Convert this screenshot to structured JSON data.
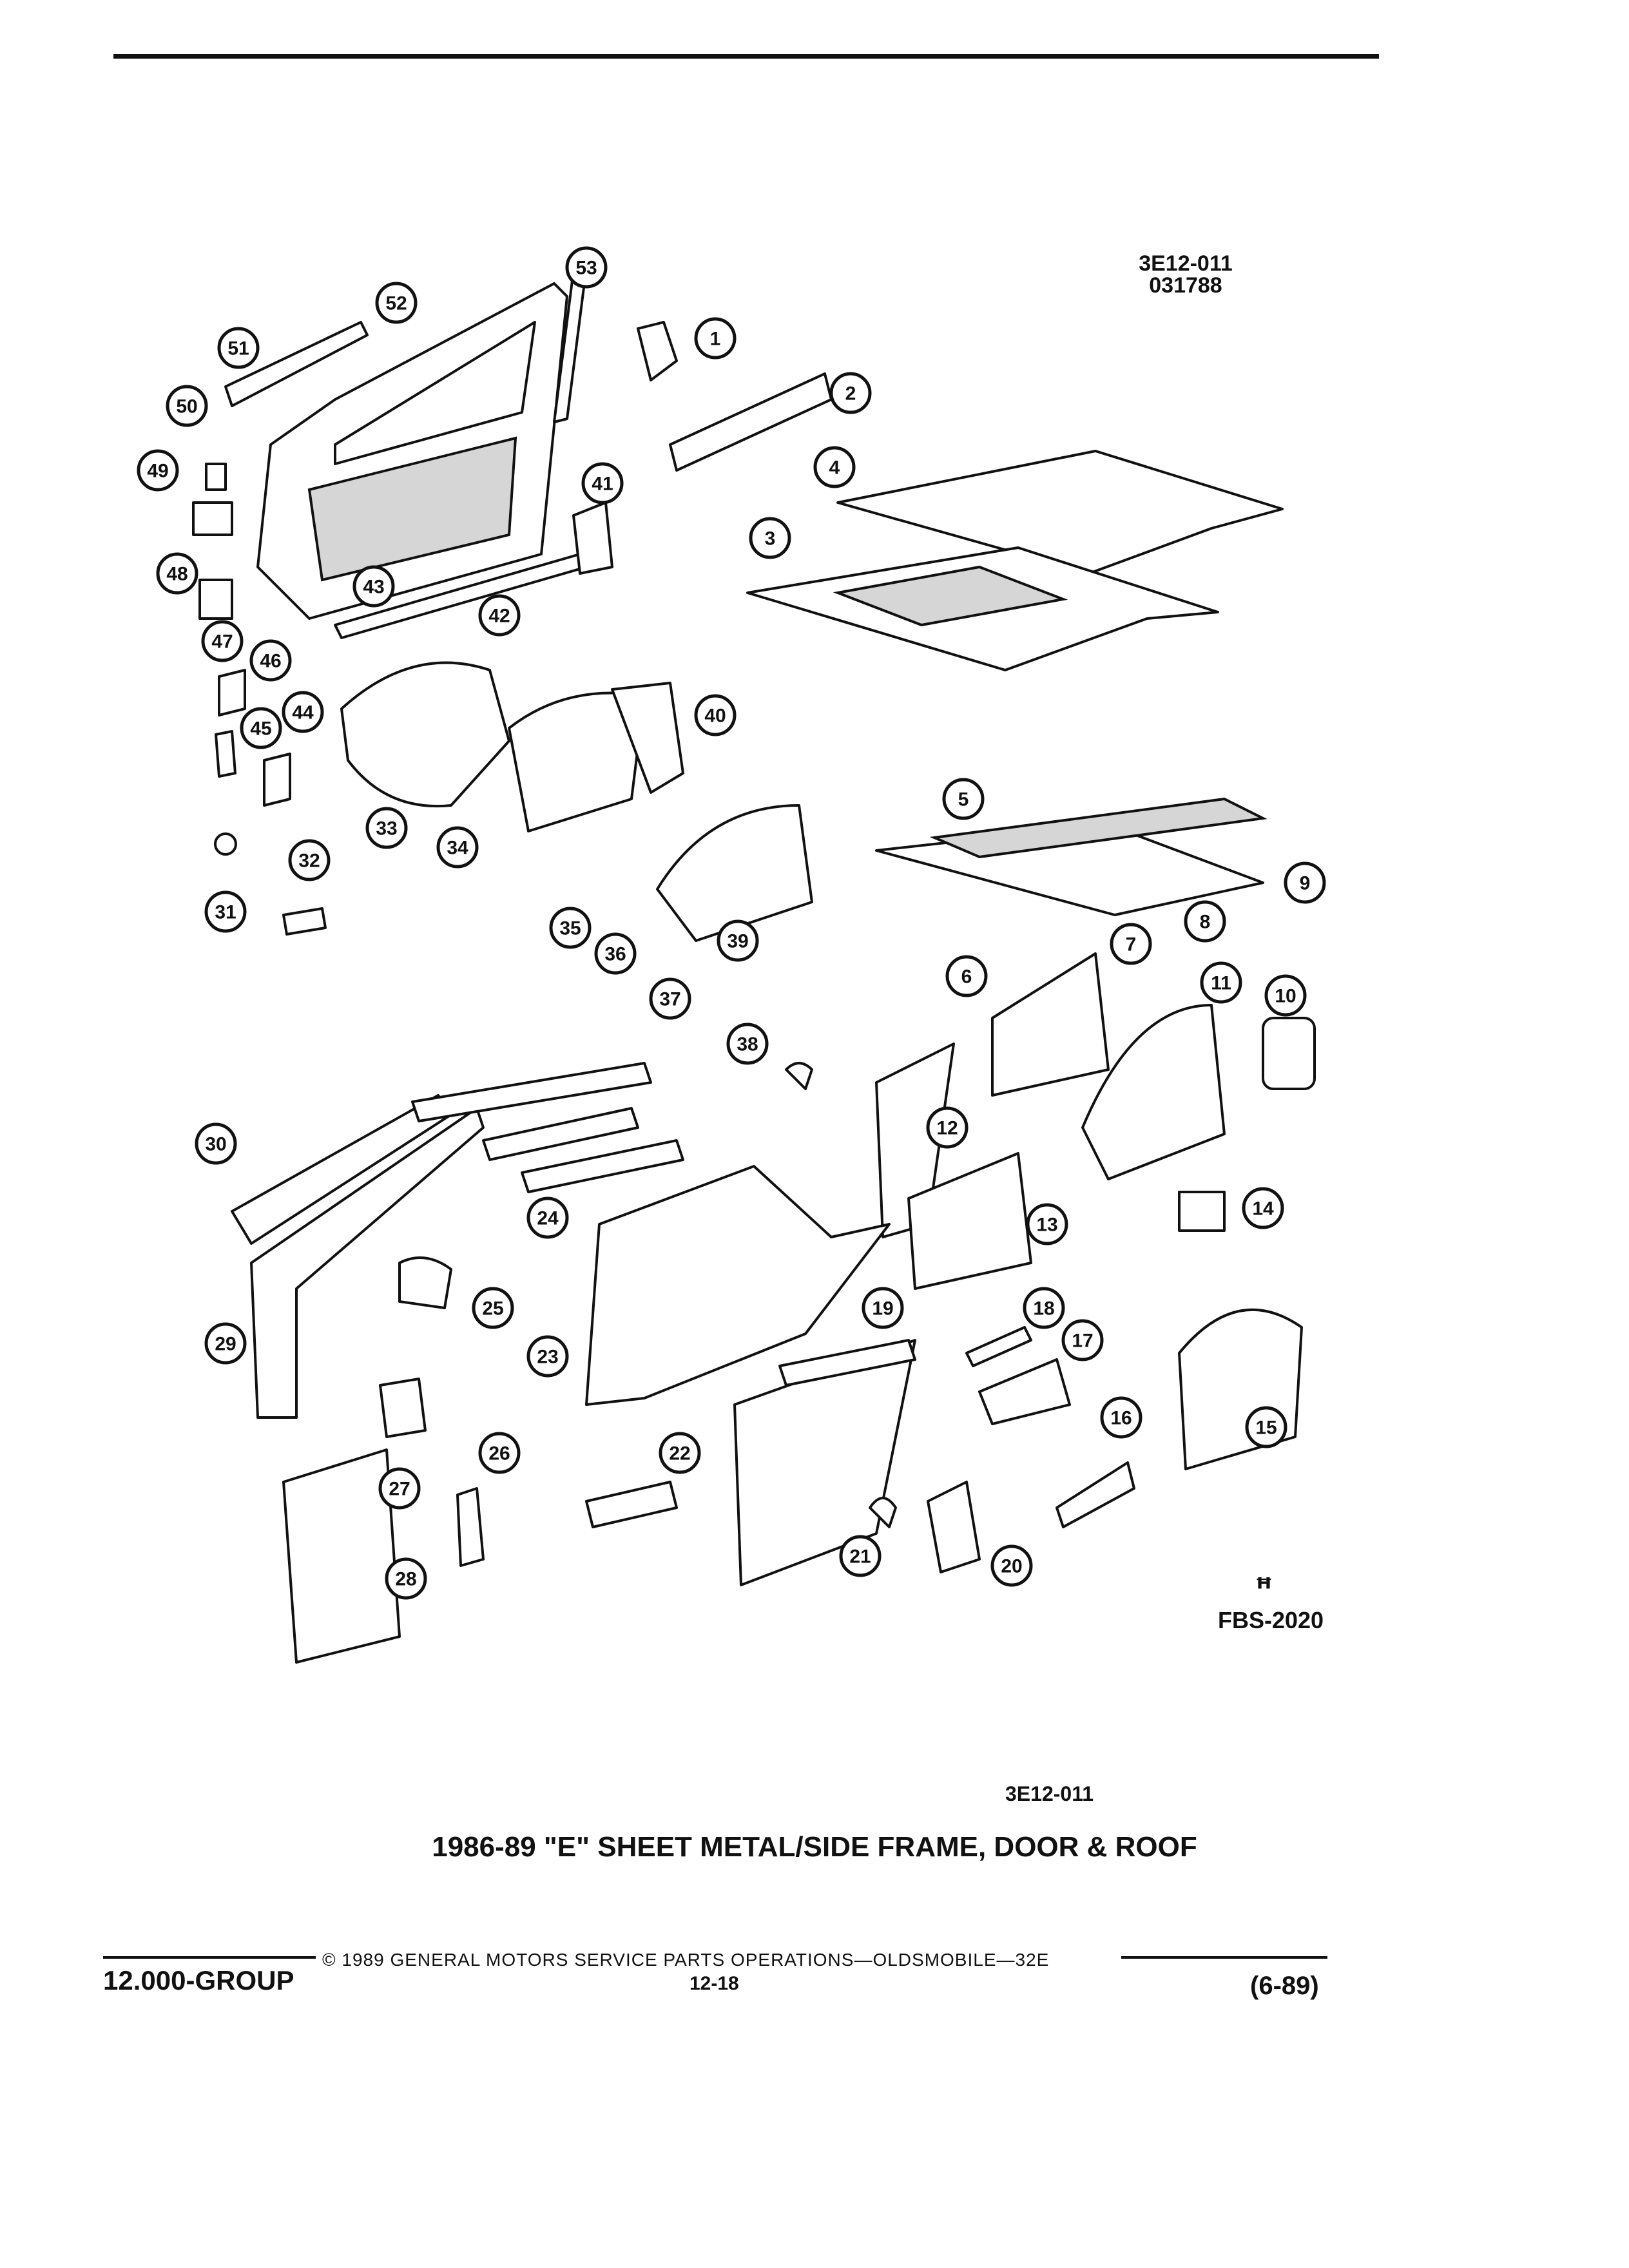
{
  "header": {
    "ref_code": "3E12-011",
    "date_code": "031788"
  },
  "diagram": {
    "callouts": [
      "1",
      "2",
      "3",
      "4",
      "5",
      "6",
      "7",
      "8",
      "9",
      "10",
      "11",
      "12",
      "13",
      "14",
      "15",
      "16",
      "17",
      "18",
      "19",
      "20",
      "21",
      "22",
      "23",
      "24",
      "25",
      "26",
      "27",
      "28",
      "29",
      "30",
      "31",
      "32",
      "33",
      "34",
      "35",
      "36",
      "37",
      "38",
      "39",
      "40",
      "41",
      "42",
      "43",
      "44",
      "45",
      "46",
      "47",
      "48",
      "49",
      "50",
      "51",
      "52",
      "53"
    ],
    "logo_mark": "ꟸ",
    "logo_code": "FBS-2020"
  },
  "caption": {
    "ref_code": "3E12-011",
    "title": "1986-89 \"E\" SHEET METAL/SIDE FRAME, DOOR & ROOF"
  },
  "footer": {
    "group": "12.000-GROUP",
    "copyright": "© 1989 GENERAL MOTORS SERVICE PARTS OPERATIONS—OLDSMOBILE—32E",
    "page": "12-18",
    "revision": "(6-89)"
  }
}
